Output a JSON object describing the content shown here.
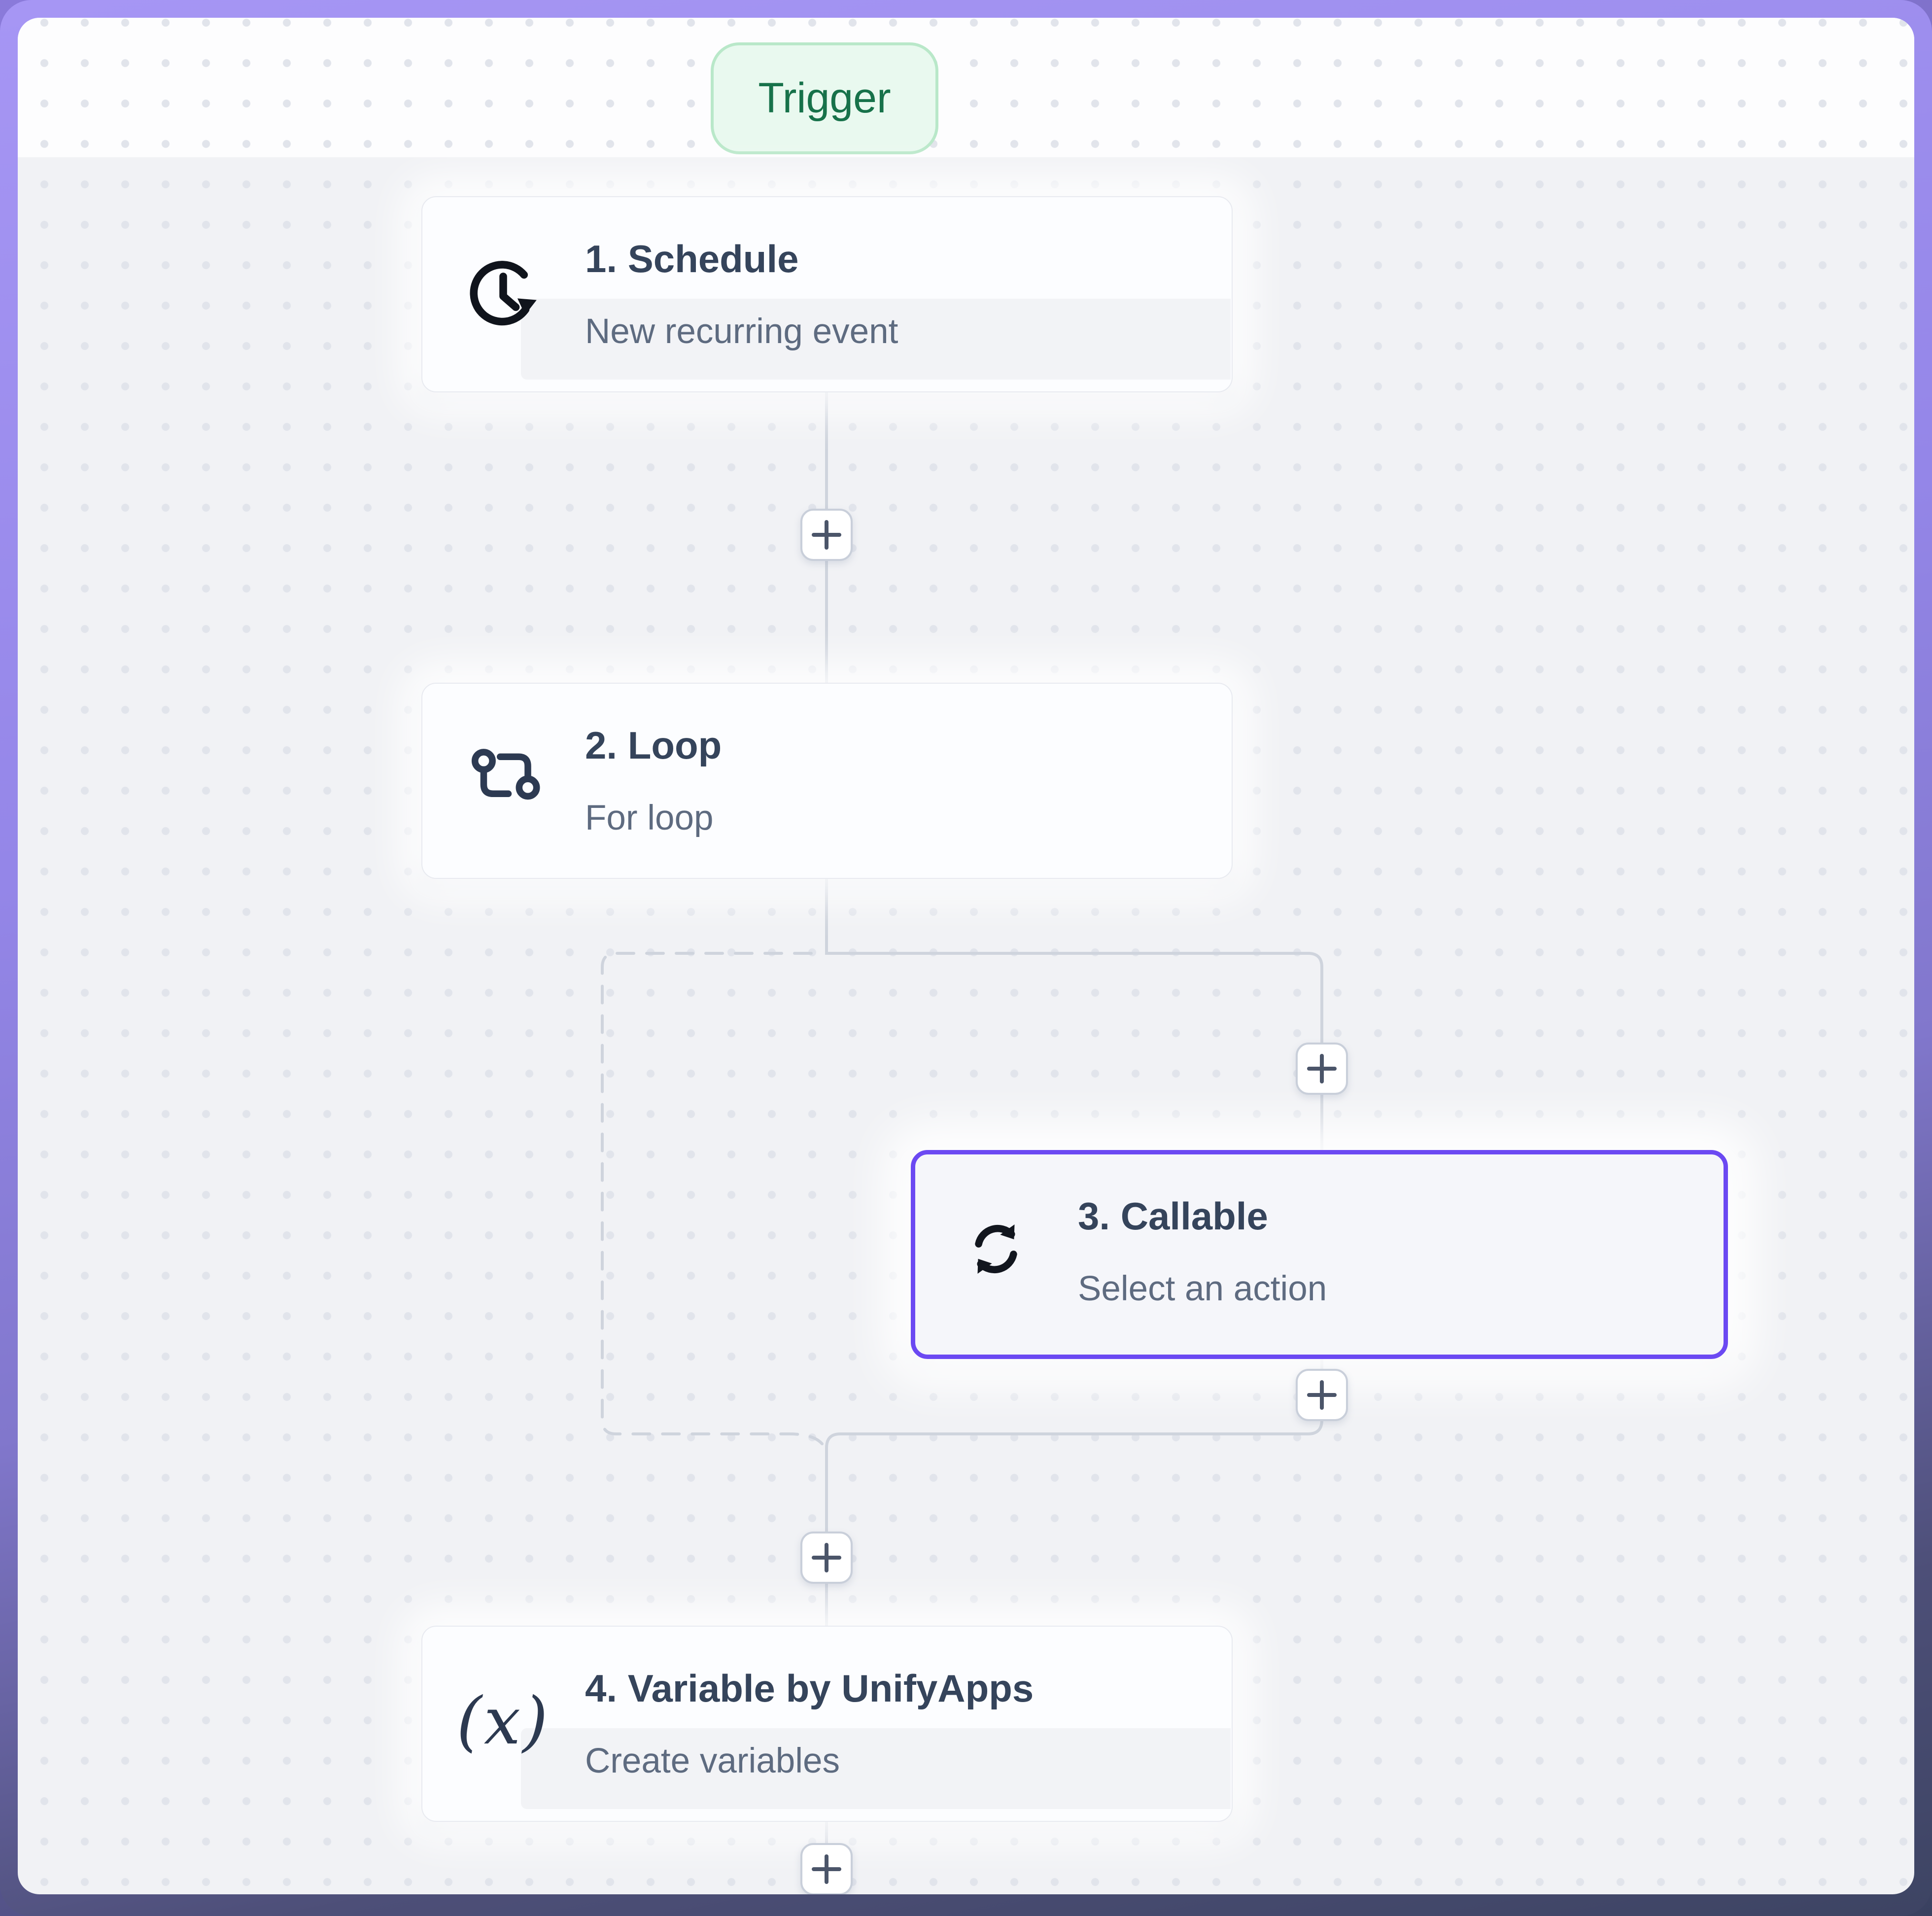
{
  "canvas": {
    "kind": "workflow-builder-canvas"
  },
  "trigger_badge": {
    "label": "Trigger"
  },
  "nodes": [
    {
      "title": "1. Schedule",
      "subtitle": "New recurring event",
      "icon": "clock-history-icon",
      "selected": false
    },
    {
      "title": "2. Loop",
      "subtitle": "For loop",
      "icon": "loop-icon",
      "selected": false
    },
    {
      "title": "3. Callable",
      "subtitle": "Select an action",
      "icon": "sync-icon",
      "selected": true
    },
    {
      "title": "4. Variable by UnifyApps",
      "subtitle": "Create variables",
      "icon": "function-variable-icon",
      "selected": false
    }
  ],
  "icons": {
    "variable_glyph": "(x)"
  },
  "colors": {
    "accent_selected_border": "#6b49f2",
    "trigger_text": "#17724a",
    "trigger_bg": "#e9f9ef",
    "trigger_border": "#b9e8c9",
    "canvas_bg": "#f1f2f5",
    "trigger_lane_bg": "#fdfdfe",
    "connector_line": "#cfd4dd",
    "node_title_text": "#35445b",
    "node_subtitle_text": "#5e6b80",
    "frame_gradient_top": "#a696f4",
    "frame_gradient_bottom": "#3d4463"
  }
}
